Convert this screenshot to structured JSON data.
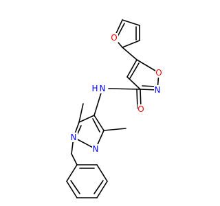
{
  "molecule": {
    "labels": {
      "furan_o": "O",
      "isoxazole_o": "O",
      "isoxazole_n": "N",
      "amide_nh": "N",
      "amide_h": "H",
      "amide_o": "O",
      "pyrazole_n1": "N",
      "pyrazole_n2": "N"
    },
    "colors": {
      "bond": "#000000",
      "oxygen": "#ff0000",
      "nitrogen": "#0000ff"
    }
  }
}
